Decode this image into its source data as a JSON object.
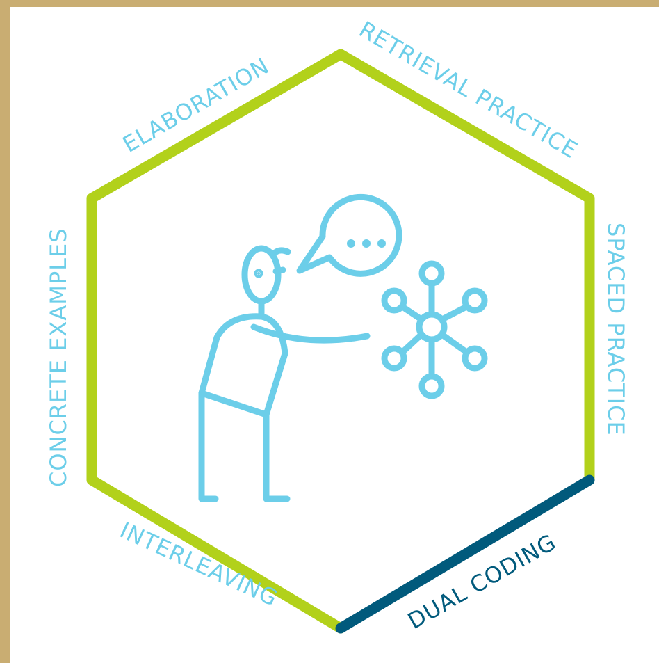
{
  "colors": {
    "frame": "#c9ad72",
    "hex_green": "#b2d11b",
    "hex_navy": "#015a7c",
    "figure": "#6ccee9",
    "label": "#6ccee9",
    "label_highlight": "#015a7c"
  },
  "labels": {
    "elaboration": "ELABORATION",
    "retrieval_practice": "RETRIEVAL PRACTICE",
    "spaced_practice": "SPACED PRACTICE",
    "dual_coding": "DUAL CODING",
    "interleaving": "INTERLEAVING",
    "concrete_examples": "CONCRETE EXAMPLES"
  },
  "highlighted_segment": "dual_coding",
  "icons": [
    "person-icon",
    "speech-bubble-icon",
    "network-icon"
  ]
}
